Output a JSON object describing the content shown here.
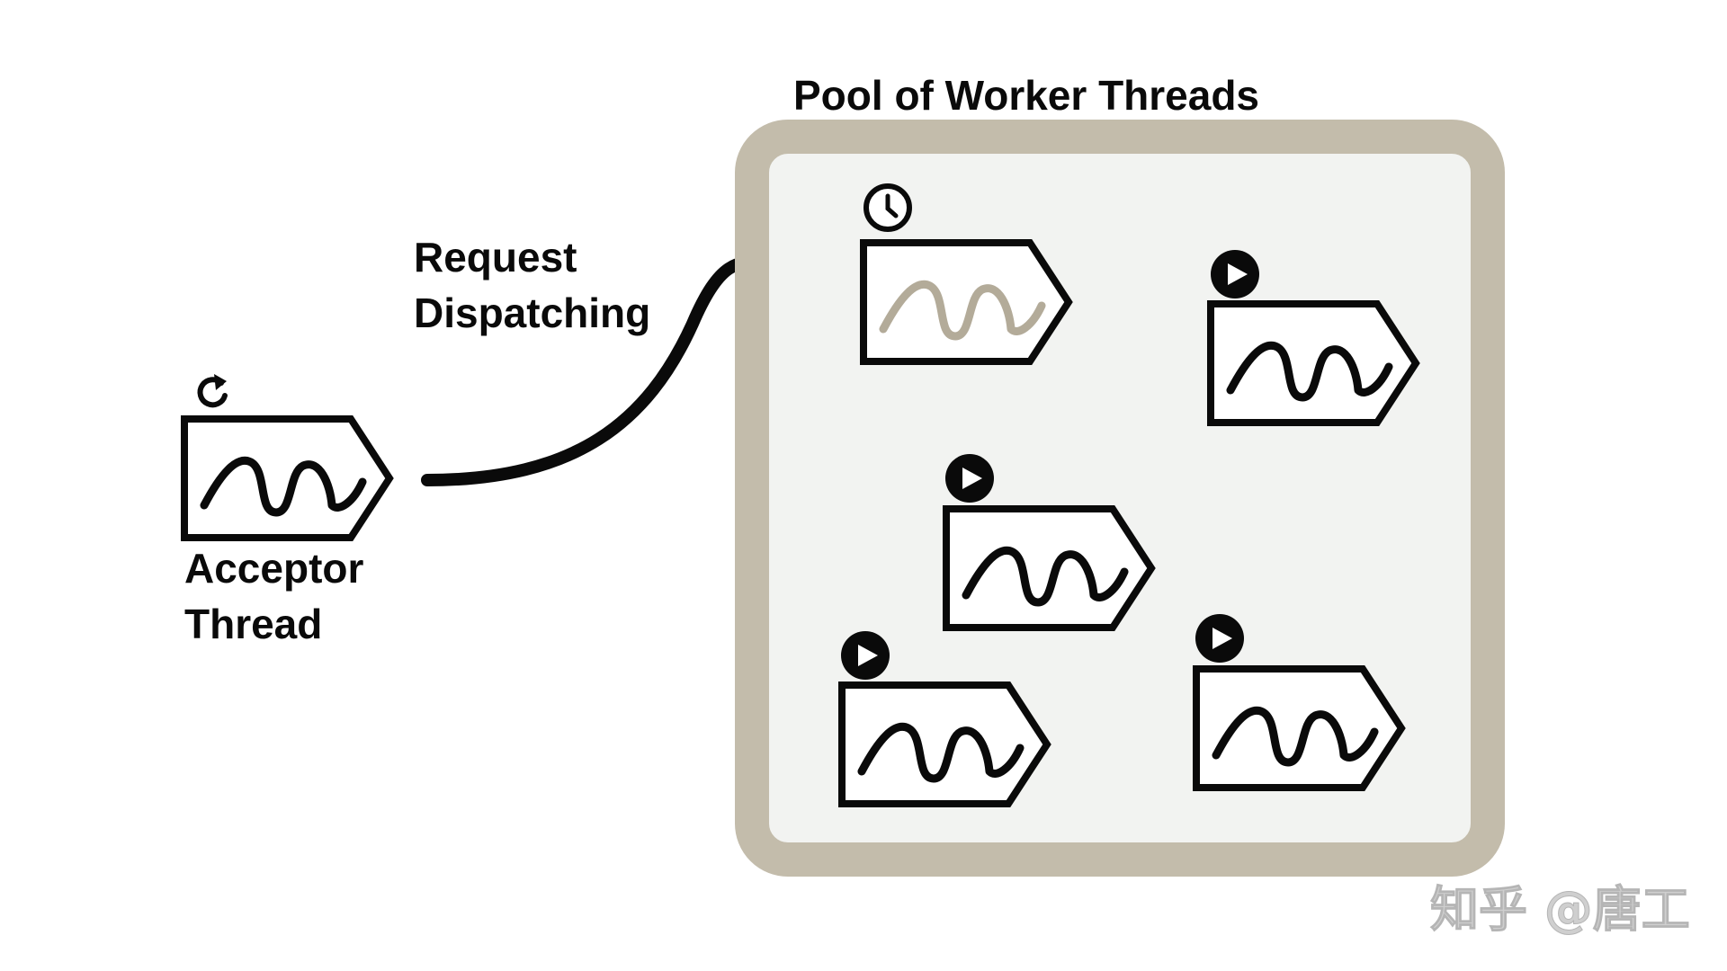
{
  "acceptor": {
    "label_line1": "Acceptor",
    "label_line2": "Thread",
    "icon": "refresh-icon"
  },
  "dispatch": {
    "label_line1": "Request",
    "label_line2": "Dispatching"
  },
  "pool": {
    "title": "Pool of Worker Threads",
    "workers": [
      {
        "state_icon": "clock-icon",
        "state": "waiting"
      },
      {
        "state_icon": "play-icon",
        "state": "running"
      },
      {
        "state_icon": "play-icon",
        "state": "running"
      },
      {
        "state_icon": "play-icon",
        "state": "running"
      },
      {
        "state_icon": "play-icon",
        "state": "running"
      }
    ]
  },
  "watermark": {
    "text": "知乎 @唐工"
  },
  "colors": {
    "ink": "#0a0a0a",
    "pool_border": "#c3bcab",
    "pool_fill": "#f2f3f1",
    "idle_wave": "#b3ab99",
    "watermark": "#cfcfcf"
  }
}
